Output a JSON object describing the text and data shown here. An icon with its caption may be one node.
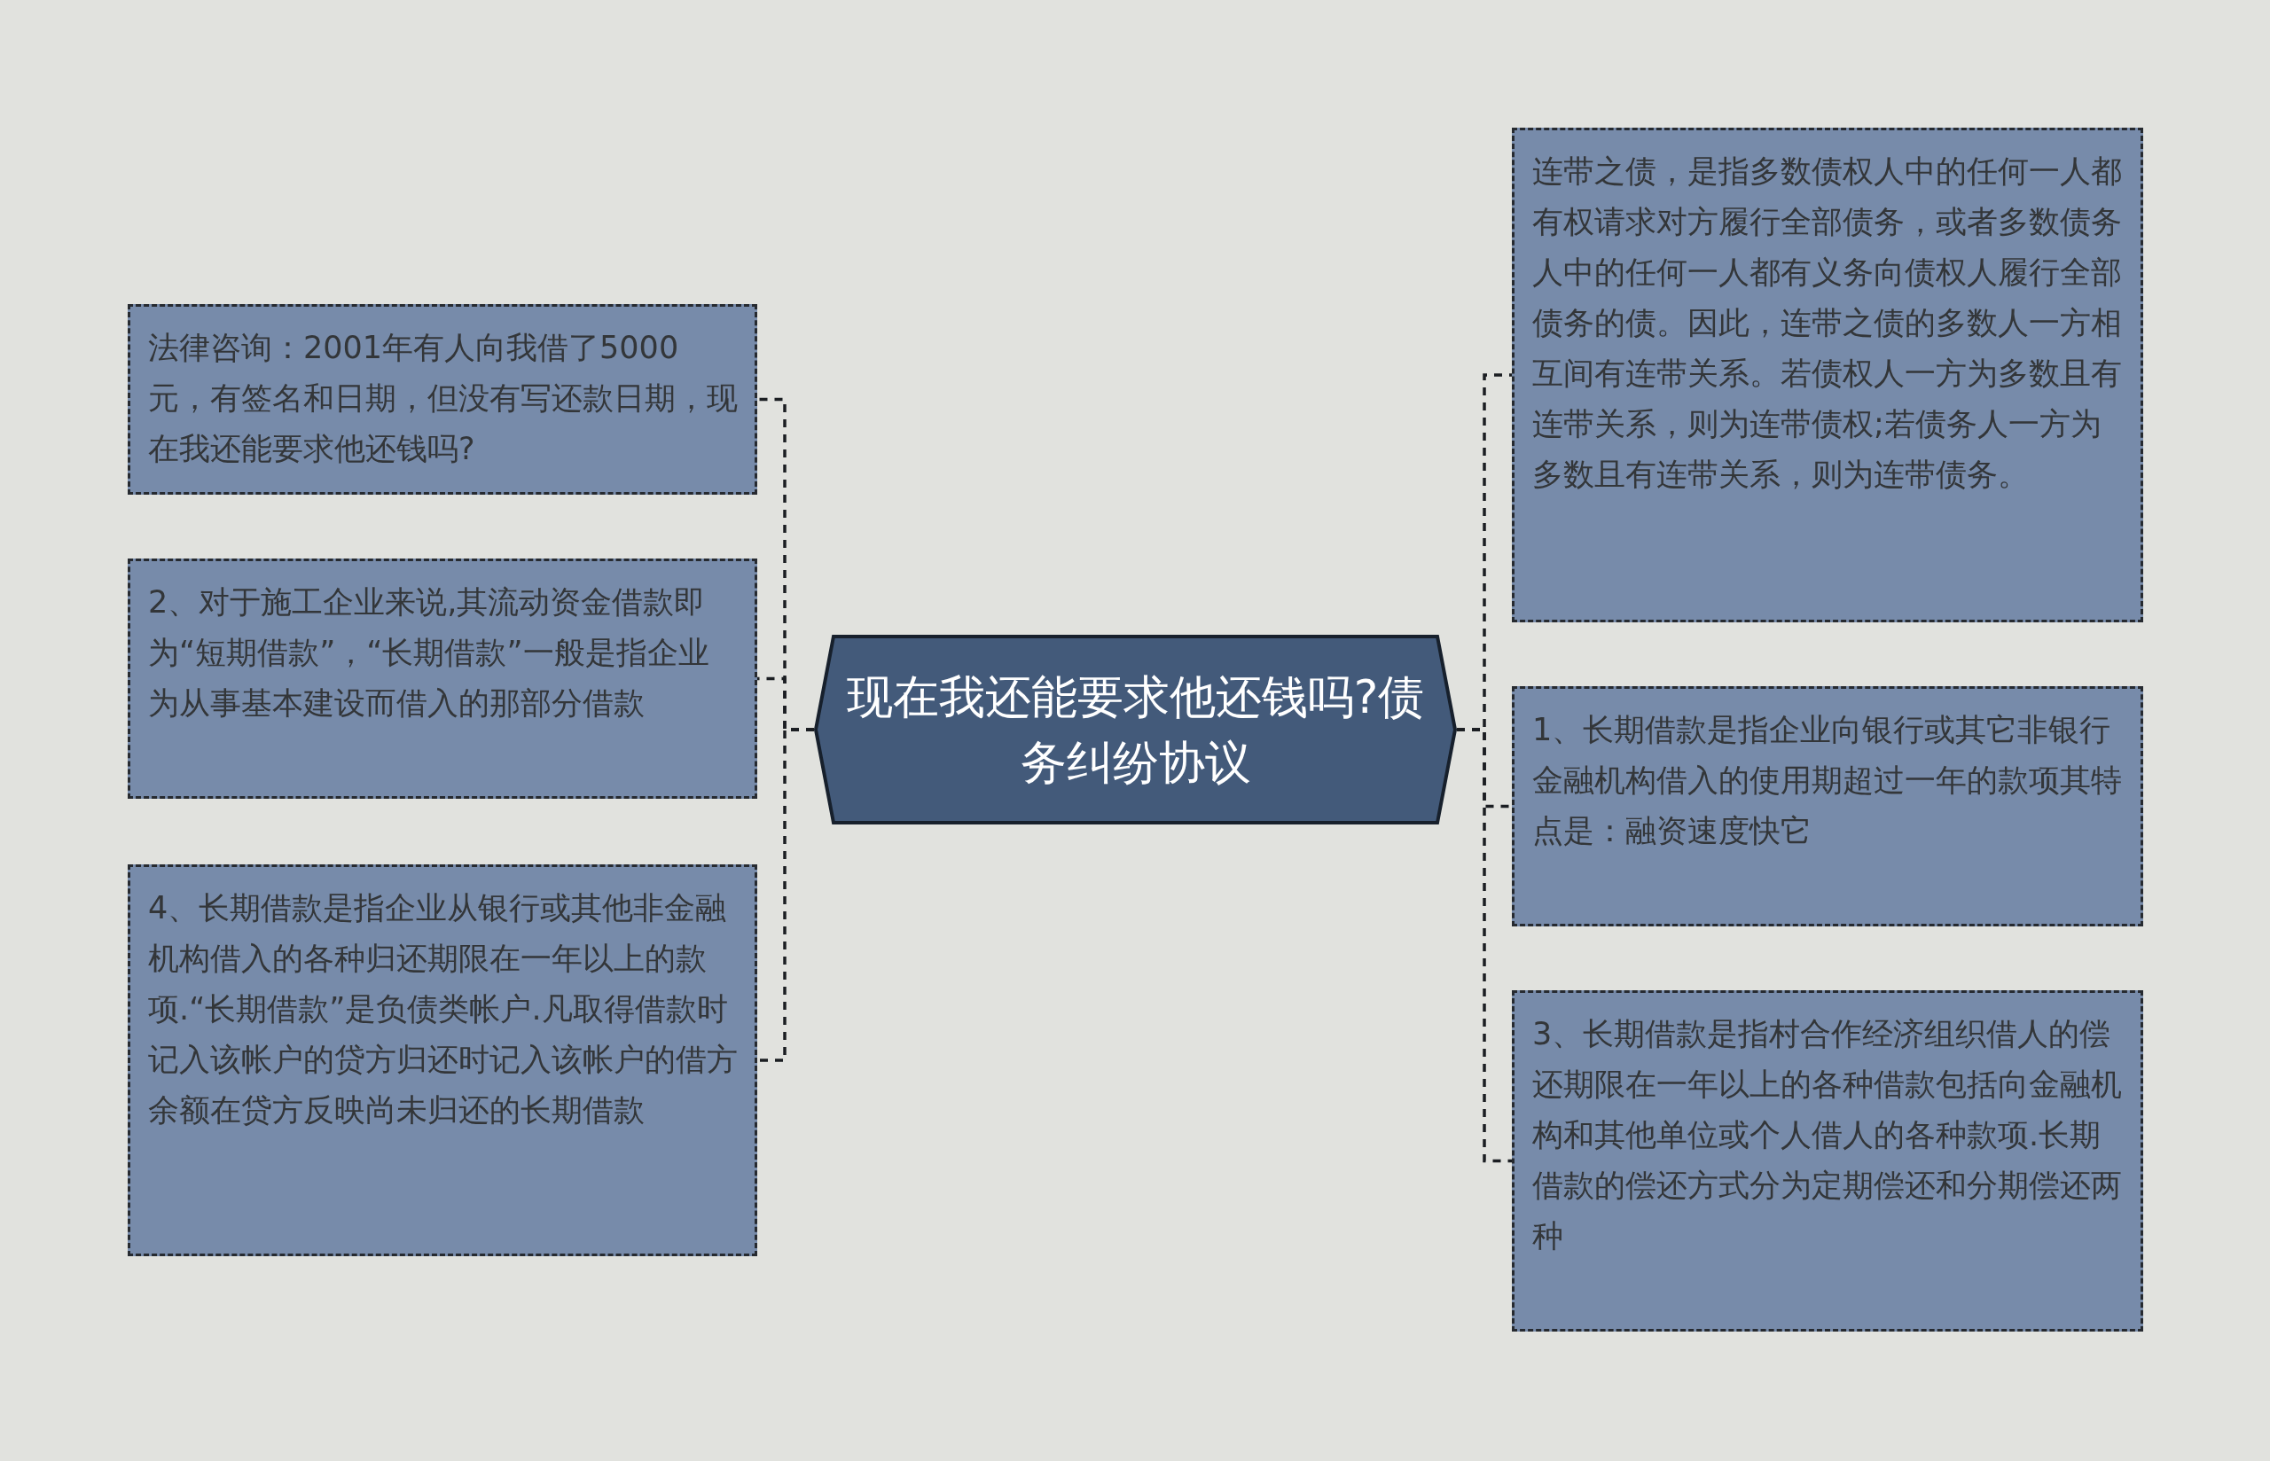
{
  "diagram": {
    "nodes": [
      {
        "text": [
          "现在我还能要求他还钱吗?债务纠纷协议"
        ]
      },
      {
        "text": [
          "法律咨询：2001年有人向我借了5000元，有签名和日期，但没有写还款日期，现在我还能要求他还钱吗?"
        ]
      },
      {
        "text": [
          "2、对于施工企业来说,其流动资金借款即为“短期借款”，“长期借款”一般是指企业为从事基本建设而借入的那部分借款"
        ]
      },
      {
        "text": [
          "4、长期借款是指企业从银行或其他非金融机构借入的各种归还期限在一年以上的款项.“长期借款”是负债类帐户.凡取得借款时记入该帐户的贷方归还时记入该帐户的借方余额在贷方反映尚未归还的长期借款"
        ]
      },
      {
        "text": [
          "连带之债，是指多数债权人中的任何一人都有权请求对方履行全部债务，或者多数债务人中的任何一人都有义务向债权人履行全部债务的债。因此，连带之债的多数人一方相互间有连带关系。若债权人一方为多数且有连带关系，则为连带债权;若债务人一方为多数且有连带关系，则为连带债务。"
        ]
      },
      {
        "text": [
          "1、长期借款是指企业向银行或其它非银行金融机构借入的使用期超过一年的款项其特点是：融资速度快它"
        ]
      },
      {
        "text": [
          "3、长期借款是指村合作经济组织借人的偿还期限在一年以上的各种借款包括向金融机构和其他单位或个人借人的各种款项.长期借款的偿还方式分为定期偿还和分期偿还两种"
        ]
      }
    ],
    "edges": [
      {
        "from": 0,
        "to": 1,
        "arrow": "none",
        "style": "dashed"
      },
      {
        "from": 0,
        "to": 2,
        "arrow": "none",
        "style": "dashed"
      },
      {
        "from": 0,
        "to": 3,
        "arrow": "none",
        "style": "dashed"
      },
      {
        "from": 0,
        "to": 4,
        "arrow": "none",
        "style": "dashed"
      },
      {
        "from": 0,
        "to": 5,
        "arrow": "none",
        "style": "dashed"
      },
      {
        "from": 0,
        "to": 6,
        "arrow": "none",
        "style": "dashed"
      }
    ]
  }
}
